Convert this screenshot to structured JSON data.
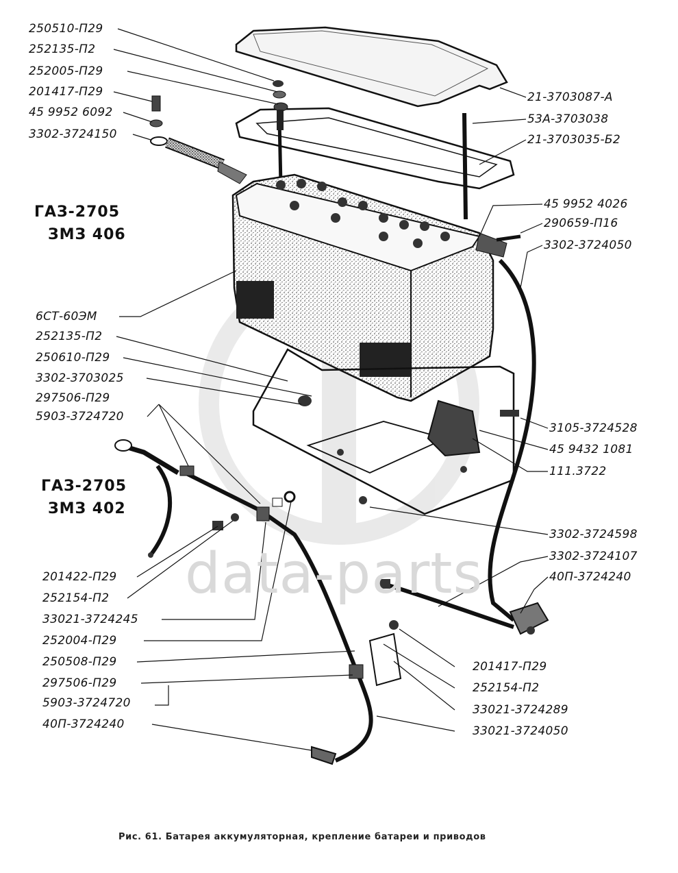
{
  "watermark": {
    "text": "data-parts"
  },
  "models": {
    "top": [
      "ГАЗ-2705",
      "ЗМЗ 406"
    ],
    "bottom": [
      "ГАЗ-2705",
      "ЗМЗ 402"
    ]
  },
  "labels_left": [
    "250510-П29",
    "252135-П2",
    "252005-П29",
    "201417-П29",
    "45 9952 6092",
    "3302-3724150",
    "6СТ-60ЭМ",
    "252135-П2",
    "250610-П29",
    "3302-3703025",
    "297506-П29",
    "5903-3724720",
    "201422-П29",
    "252154-П2",
    "33021-3724245",
    "252004-П29",
    "250508-П29",
    "297506-П29",
    "5903-3724720",
    "40П-3724240"
  ],
  "labels_right": [
    "21-3703087-А",
    "53А-3703038",
    "21-3703035-Б2",
    "45 9952 4026",
    "290659-П16",
    "3302-3724050",
    "3105-3724528",
    "45 9432 1081",
    "111.3722",
    "3302-3724598",
    "3302-3724107",
    "40П-3724240",
    "201417-П29",
    "252154-П2",
    "33021-3724289",
    "33021-3724050"
  ],
  "caption": "Рис. 61. Батарея аккумуляторная, крепление батареи и приводов"
}
